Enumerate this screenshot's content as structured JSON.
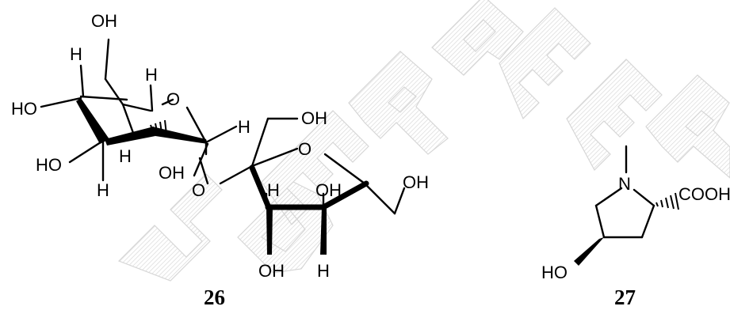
{
  "compounds": [
    {
      "label": "26",
      "atoms": {
        "oh_top": "OH",
        "h_top": "H",
        "h_ring": "H",
        "o_ring": "O",
        "ho_left": "HO",
        "h_anomeric": "H",
        "oh_right_top": "OH",
        "ho_lower_left": "HO",
        "h_lower_mid": "H",
        "oh_lower_mid": "OH",
        "o_glycosidic": "O",
        "o_furan": "O",
        "h_furan": "H",
        "oh_furan": "OH",
        "oh_furan_right": "OH",
        "h_bottom_left": "H",
        "oh_bottom": "OH",
        "h_bottom_right": "H"
      }
    },
    {
      "label": "27",
      "atoms": {
        "n_ring": "N",
        "cooh": "COOH",
        "ho": "HO"
      }
    }
  ],
  "colors": {
    "ink": "#000000",
    "watermark": "#d2d2d2"
  }
}
